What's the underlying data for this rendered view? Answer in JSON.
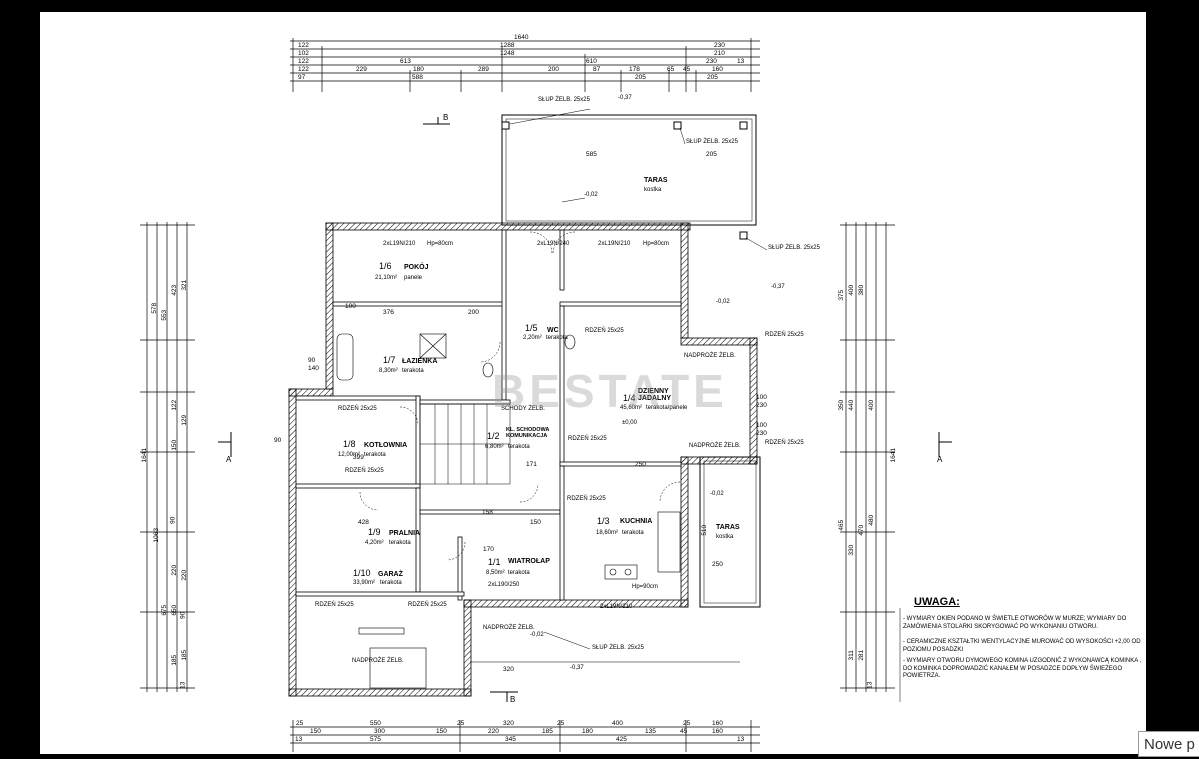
{
  "rooms": [
    {
      "id": "1_6",
      "number": "1/6",
      "name": "POKÓJ",
      "area": "21,10m²",
      "finish": "panele"
    },
    {
      "id": "1_5",
      "number": "1/5",
      "name": "WC",
      "area": "2,20m²",
      "finish": "terakota"
    },
    {
      "id": "1_7",
      "number": "1/7",
      "name": "ŁAZIENKA",
      "area": "8,30m²",
      "finish": "terakota"
    },
    {
      "id": "1_4",
      "number": "1/4",
      "name": "DZIENNY JADALNY",
      "area": "45,60m²",
      "finish": "terakota/panele"
    },
    {
      "id": "1_8",
      "number": "1/8",
      "name": "KOTŁOWNIA",
      "area": "12,00m²",
      "finish": "terakota"
    },
    {
      "id": "1_2",
      "number": "1/2",
      "name": "KL. SCHODOWA KOMUNIKACJA",
      "area": "6,80m²",
      "finish": "terakota"
    },
    {
      "id": "1_3",
      "number": "1/3",
      "name": "KUCHNIA",
      "area": "18,60m²",
      "finish": "terakota"
    },
    {
      "id": "1_9",
      "number": "1/9",
      "name": "PRALNIA",
      "area": "4,20m²",
      "finish": "terakota"
    },
    {
      "id": "1_1",
      "number": "1/1",
      "name": "WIATROŁAP",
      "area": "8,50m²",
      "finish": "terakota"
    },
    {
      "id": "1_10",
      "number": "1/10",
      "name": "GARAŻ",
      "area": "33,90m²",
      "finish": "terakota"
    }
  ],
  "labels": {
    "taras_top": "TARAS",
    "taras_top_finish": "kostka",
    "taras_right": "TARAS",
    "taras_right_finish": "kostka",
    "slup_1": "SŁUP ŻELB. 25x25",
    "slup_2": "SŁUP ŻELB. 25x25",
    "slup_3": "SŁUP ŻELB. 25x25",
    "slup_4": "SŁUP ŻELB. 25x25",
    "level_1": "-0,37",
    "level_2": "-0,37",
    "level_3": "-0,37",
    "level_4": "-0,02",
    "level_5": "-0,02",
    "level_6": "-0,02",
    "level_7": "-0,02",
    "level_zero": "±0,00",
    "rdzen_1": "RDZEŃ 25x25",
    "rdzen_2": "RDZEŃ 25x25",
    "rdzen_3": "RDZEŃ 25x25",
    "rdzen_4": "RDZEŃ 25x25",
    "rdzen_5": "RDZEŃ 25x25",
    "rdzen_6": "RDZEŃ 25x25",
    "rdzen_7": "RDZEŃ 25x25",
    "rdzen_8": "RDZEŃ 25x25",
    "rdzen_9": "RDZEŃ 25x25",
    "nadproze_1": "NADPROŻE ŻELB.",
    "nadproze_2": "NADPROŻE ŻELB.",
    "nadproze_3": "NADPROŻE ŻELB.",
    "nadproze_4": "NADPROŻE ŻELB.",
    "schody": "SCHODY ŻELB.",
    "win_1": "2xL19N/210",
    "win_1b": "Hp=80cm",
    "win_2": "2xL19N/240",
    "win_3": "2xL19N/210",
    "win_3b": "Hp=80cm",
    "win_4": "2xL19N/210",
    "win_5": "2xL190/250",
    "win_6": "Hp=90cm",
    "section_a_left": "A",
    "section_a_right": "A",
    "section_b_top": "B",
    "section_b_bottom": "B"
  },
  "dims_top": {
    "row1": [
      "1640"
    ],
    "row2": [
      "122",
      "1288",
      "230"
    ],
    "row3": [
      "102",
      "1248",
      "210"
    ],
    "row4": [
      "122",
      "613",
      "610",
      "230",
      "13"
    ],
    "row5": [
      "122",
      "229",
      "180",
      "289",
      "200",
      "87",
      "178",
      "65",
      "45",
      "160"
    ],
    "row6": [
      "97",
      "588",
      "205",
      "205"
    ]
  },
  "dims_bottom": {
    "row1": [
      "25",
      "550",
      "25",
      "320",
      "25",
      "400",
      "25",
      "160"
    ],
    "row2": [
      "150",
      "300",
      "150",
      "220",
      "185",
      "180",
      "135",
      "45",
      "160"
    ],
    "row3": [
      "13",
      "575",
      "345",
      "425",
      "13"
    ]
  },
  "dims_left": [
    "1641",
    "1063",
    "578",
    "553",
    "423",
    "321",
    "185",
    "220",
    "90",
    "150",
    "129",
    "122",
    "675",
    "650",
    "220",
    "90",
    "185",
    "13"
  ],
  "dims_right": [
    "1641",
    "375",
    "400",
    "380",
    "350",
    "440",
    "400",
    "465",
    "470",
    "480",
    "330",
    "311",
    "281",
    "13"
  ],
  "dims_inner": [
    "585",
    "205",
    "399",
    "171",
    "250",
    "428",
    "158",
    "150",
    "170",
    "510",
    "250",
    "320",
    "100",
    "200",
    "376",
    "100",
    "230",
    "230",
    "100",
    "140",
    "90",
    "90"
  ],
  "notes": {
    "title": "UWAGA:",
    "items": [
      "- WYMIARY OKIEN PODANO W ŚWIETLE OTWORÓW W MURZE; WYMIARY DO ZAMÓWIENIA STOLARKI SKORYGOWAĆ PO WYKONANIU OTWORU.",
      "- CERAMICZNE KSZTAŁTKI WENTYLACYJNE MUROWAĆ OD WYSOKOŚCI +2,00 OD POZIOMU POSADZKI",
      "- WYMIARY OTWORU DYMOWEGO KOMINA UZGODNIĆ Z WYKONAWCĄ KOMINKA , DO KOMINKA DOPROWADZIĆ KANAŁEM W POSADZCE DOPŁYW ŚWIEŻEGO POWIETRZA."
    ]
  },
  "watermark": "BESTATE",
  "corner_tab": "Nowe p"
}
